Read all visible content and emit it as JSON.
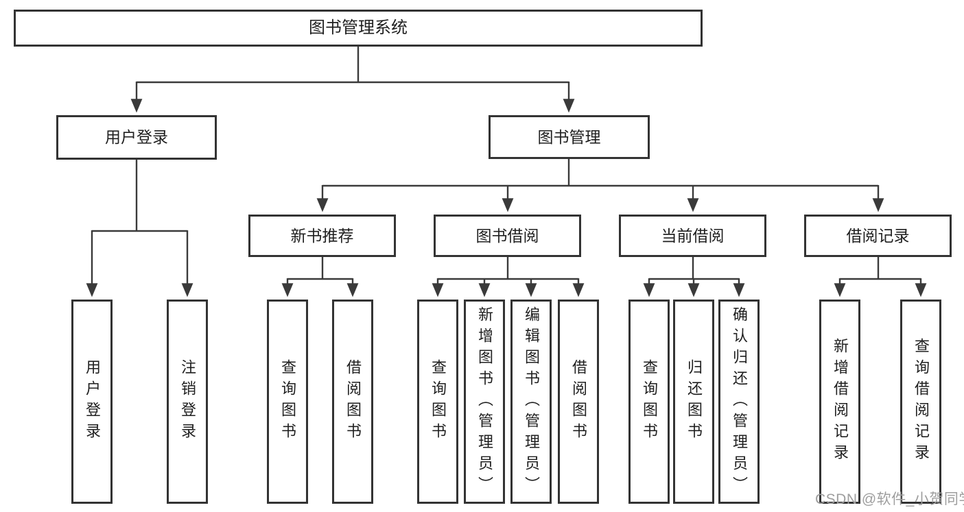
{
  "colors": {
    "line": "#3a3a3a",
    "box_border": "#333333",
    "text": "#1f1f1f",
    "watermark": "#9e9e9e",
    "background": "#ffffff"
  },
  "tree": {
    "root": {
      "label": "图书管理系统"
    },
    "children": [
      {
        "label": "用户登录",
        "children": [
          {
            "label": "用户登录"
          },
          {
            "label": "注销登录"
          }
        ]
      },
      {
        "label": "图书管理",
        "children": [
          {
            "label": "新书推荐",
            "children": [
              {
                "label": "查询图书"
              },
              {
                "label": "借阅图书"
              }
            ]
          },
          {
            "label": "图书借阅",
            "children": [
              {
                "label": "查询图书"
              },
              {
                "label": "新增图书（管理员）"
              },
              {
                "label": "编辑图书（管理员）"
              },
              {
                "label": "借阅图书"
              }
            ]
          },
          {
            "label": "当前借阅",
            "children": [
              {
                "label": "查询图书"
              },
              {
                "label": "归还图书"
              },
              {
                "label": "确认归还（管理员）"
              }
            ]
          },
          {
            "label": "借阅记录",
            "children": [
              {
                "label": "新增借阅记录"
              },
              {
                "label": "查询借阅记录"
              }
            ]
          }
        ]
      }
    ]
  },
  "watermark": {
    "text": "CSDN @软件_小贺同学"
  }
}
